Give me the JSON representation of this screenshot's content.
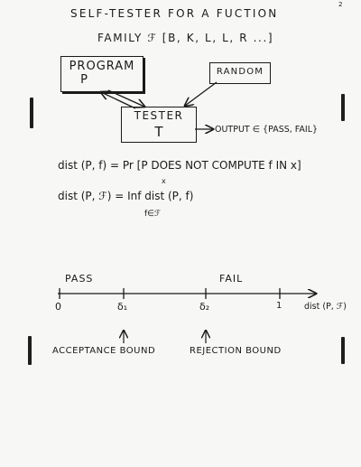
{
  "page_number": "2",
  "title_line1": "SELF-TESTER FOR A FUCTION",
  "title_line2": "FAMILY ℱ [B, K, L, L, R ...]",
  "diagram": {
    "program_label": "PROGRAM",
    "program_symbol": "P",
    "random_label": "RANDOM",
    "tester_label": "TESTER",
    "tester_symbol": "T",
    "output_text": "OUTPUT ∈ {PASS, FAIL}"
  },
  "equations": {
    "eq1": "dist (P, f) = Pr [P DOES NOT COMPUTE f IN x]",
    "eq1_sub": "x",
    "eq2": "dist (P, ℱ) = Inf dist (P, f)",
    "eq2_sub": "f∈ℱ"
  },
  "number_line": {
    "pass_label": "PASS",
    "fail_label": "FAIL",
    "tick_0": "0",
    "tick_delta1": "δ₁",
    "tick_delta2": "δ₂",
    "tick_1": "1",
    "axis_label": "dist (P, ℱ)",
    "acceptance_label": "ACCEPTANCE BOUND",
    "rejection_label": "REJECTION BOUND"
  }
}
